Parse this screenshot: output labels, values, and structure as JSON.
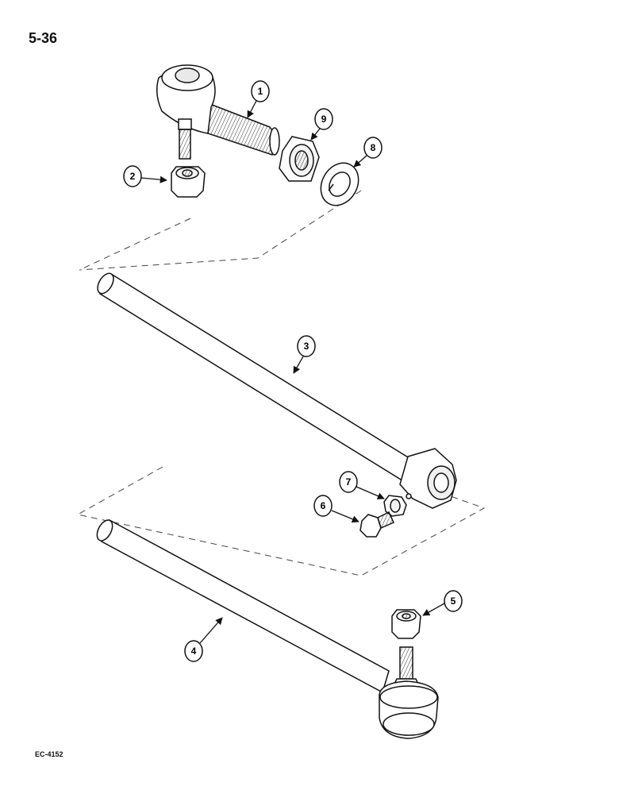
{
  "header": {
    "page_number": "5-36"
  },
  "footer": {
    "figure_code": "EC-4152"
  },
  "callouts": [
    "1",
    "2",
    "3",
    "4",
    "5",
    "6",
    "7",
    "8",
    "9"
  ]
}
